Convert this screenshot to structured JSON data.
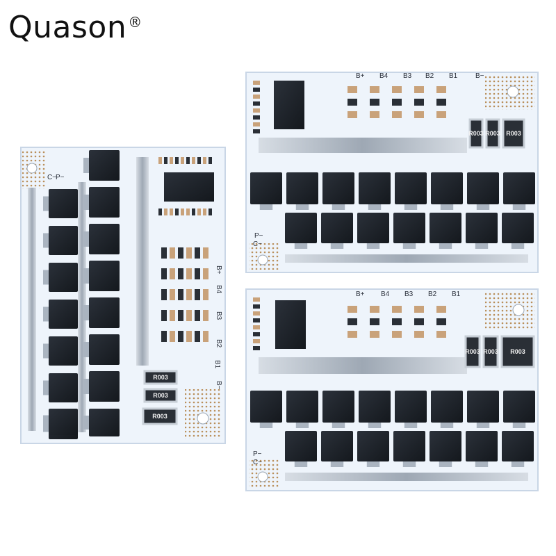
{
  "brand": {
    "name": "Quason",
    "mark": "®"
  },
  "boards": [
    {
      "id": "board-left",
      "resistor_code": "R003",
      "terminal_labels": [
        "P−",
        "C−",
        "B+",
        "B4",
        "B3",
        "B2",
        "B1",
        "B−"
      ]
    },
    {
      "id": "board-top-right",
      "resistor_code": "R003",
      "terminal_labels": [
        "B+",
        "B4",
        "B3",
        "B2",
        "B1",
        "B−",
        "P−",
        "C−"
      ]
    },
    {
      "id": "board-bottom-right",
      "resistor_code": "R003",
      "terminal_labels": [
        "B+",
        "B4",
        "B3",
        "B2",
        "B1",
        "P−",
        "C−"
      ]
    }
  ],
  "colors": {
    "pcb": "#eef4fb",
    "pcb_edge": "#c9d6e6",
    "chip": "#1d2229",
    "solder": "#b9c2cc",
    "pad": "#a9b4c0"
  }
}
